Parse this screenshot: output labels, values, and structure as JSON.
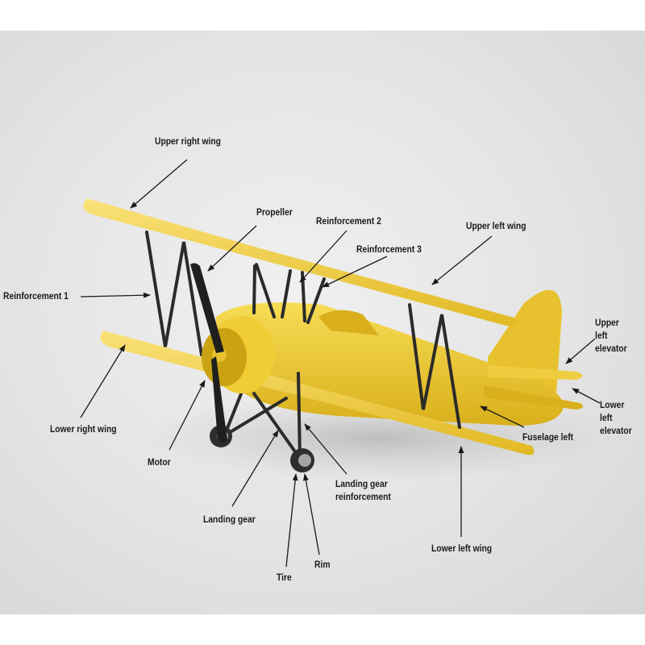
{
  "colors": {
    "plane_body": "#f2cf3b",
    "plane_shade": "#c9a313",
    "strut": "#2b2b2b",
    "arrow": "#1a1a1a"
  },
  "labels": {
    "upper_right_wing": "Upper right wing",
    "propeller": "Propeller",
    "reinforcement_2": "Reinforcement 2",
    "reinforcement_3": "Reinforcement 3",
    "upper_left_wing": "Upper left wing",
    "reinforcement_1": "Reinforcement 1",
    "upper_left_elevator": "Upper\nleft\nelevator",
    "lower_left_elevator": "Lower\nleft\nelevator",
    "lower_right_wing": "Lower right wing",
    "fuselage_left": "Fuselage left",
    "motor": "Motor",
    "landing_gear_reinforcement": "Landing gear\nreinforcement",
    "landing_gear": "Landing gear",
    "rim": "Rim",
    "tire": "Tire",
    "lower_left_wing": "Lower left wing"
  }
}
